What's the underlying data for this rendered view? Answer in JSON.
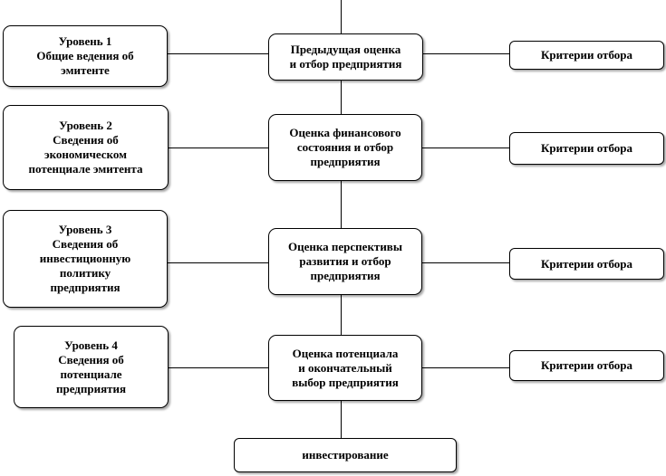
{
  "levels": [
    {
      "text": "Уровень 1\nОбщие ведения об\nэмитенте"
    },
    {
      "text": "Уровень 2\nСведения об\nэкономическом\nпотенциале эмитента"
    },
    {
      "text": "Уровень 3\nСведения об\nинвестиционную\nполитику\nпредприятия"
    },
    {
      "text": "Уровень 4\nСведения об\nпотенциале\nпредприятия"
    }
  ],
  "steps": [
    {
      "text": "Предыдущая  оценка\nи отбор предприятия"
    },
    {
      "text": "Оценка финансового\nсостояния и отбор\nпредприятия"
    },
    {
      "text": "Оценка перспективы\nразвития и отбор\nпредприятия"
    },
    {
      "text": "Оценка потенциала\nи окончательный\nвыбор предприятия"
    }
  ],
  "criteria": [
    {
      "text": "Критерии отбора"
    },
    {
      "text": "Критерии отбора"
    },
    {
      "text": "Критерии отбора"
    },
    {
      "text": "Критерии отбора"
    }
  ],
  "final": {
    "text": "инвестирование"
  }
}
